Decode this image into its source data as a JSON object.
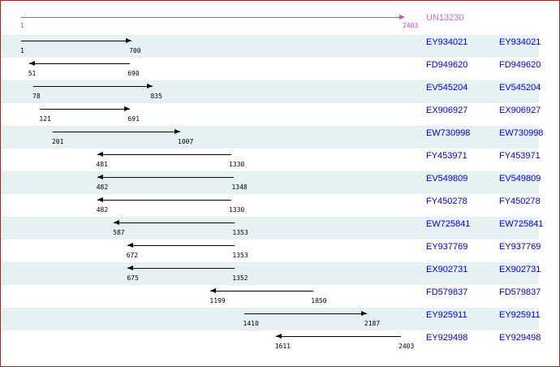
{
  "reference": {
    "name": "UN13230",
    "start": 1,
    "end": 2403
  },
  "alignments": [
    {
      "start": "1",
      "end": "700",
      "direction": "forward",
      "label1": "EY934021",
      "label2": "EY934021"
    },
    {
      "start": "51",
      "end": "690",
      "direction": "reverse",
      "label1": "FD949620",
      "label2": "FD949620"
    },
    {
      "start": "78",
      "end": "835",
      "direction": "forward",
      "label1": "EV545204",
      "label2": "EV545204"
    },
    {
      "start": "121",
      "end": "691",
      "direction": "forward",
      "label1": "EX906927",
      "label2": "EX906927"
    },
    {
      "start": "201",
      "end": "1007",
      "direction": "forward",
      "label1": "EW730998",
      "label2": "EW730998"
    },
    {
      "start": "481",
      "end": "1330",
      "direction": "reverse",
      "label1": "FY453971",
      "label2": "FY453971"
    },
    {
      "start": "482",
      "end": "1348",
      "direction": "reverse",
      "label1": "EV549809",
      "label2": "EV549809"
    },
    {
      "start": "482",
      "end": "1330",
      "direction": "reverse",
      "label1": "FY450278",
      "label2": "FY450278"
    },
    {
      "start": "587",
      "end": "1353",
      "direction": "reverse",
      "label1": "EW725841",
      "label2": "EW725841"
    },
    {
      "start": "672",
      "end": "1353",
      "direction": "reverse",
      "label1": "EY937769",
      "label2": "EY937769"
    },
    {
      "start": "675",
      "end": "1352",
      "direction": "reverse",
      "label1": "EX902731",
      "label2": "EX902731"
    },
    {
      "start": "1199",
      "end": "1850",
      "direction": "reverse",
      "label1": "FD579837",
      "label2": "FD579837"
    },
    {
      "start": "1410",
      "end": "2187",
      "direction": "forward",
      "label1": "EY925911",
      "label2": "EY925911"
    },
    {
      "start": "1611",
      "end": "2403",
      "direction": "reverse",
      "label1": "EY929498",
      "label2": "EY929498"
    }
  ],
  "colors": {
    "reference": "#cc44cc",
    "link": "#0000cc",
    "stripe": "#e6f1f4",
    "border": "#b22222"
  }
}
